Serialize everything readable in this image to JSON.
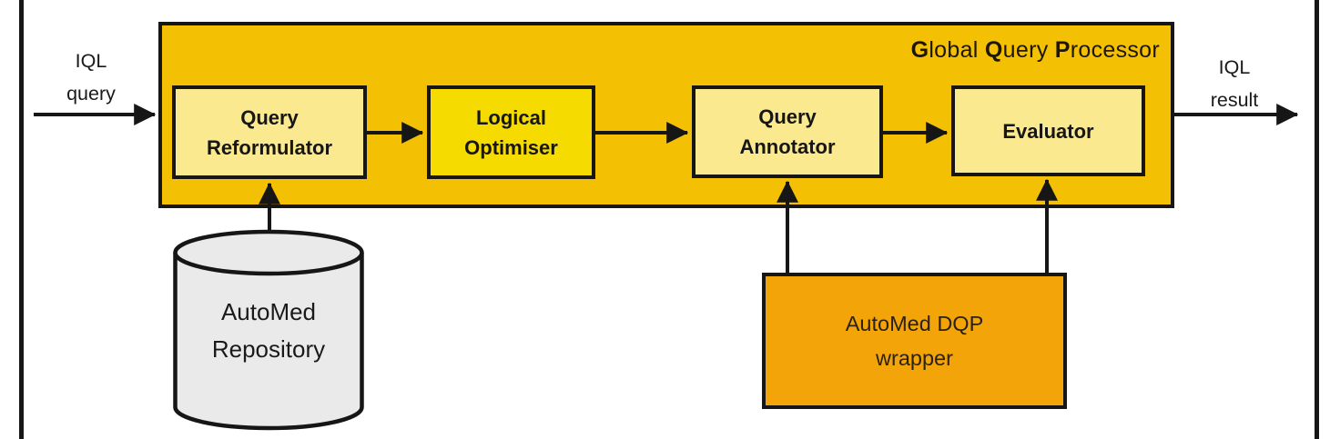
{
  "colors": {
    "page_bg": "#ffffff",
    "gqp_bg": "#F4C004",
    "module_bg": "#FAE98E",
    "optimiser_bg": "#F5DB00",
    "wrapper_bg": "#F2A408",
    "repository_bg": "#EAEAEA",
    "line": "#161616",
    "wrapper_text": "#2B2115"
  },
  "gqp": {
    "title": "Global Query Processor",
    "title_segments": [
      {
        "t": "G",
        "b": true
      },
      {
        "t": "lobal ",
        "b": false
      },
      {
        "t": "Q",
        "b": true
      },
      {
        "t": "uery ",
        "b": false
      },
      {
        "t": "P",
        "b": true
      },
      {
        "t": "rocessor",
        "b": false
      }
    ]
  },
  "modules": [
    {
      "id": "query-reformulator",
      "lines": [
        "Query",
        "Reformulator"
      ]
    },
    {
      "id": "logical-optimiser",
      "lines": [
        "Logical",
        "Optimiser"
      ]
    },
    {
      "id": "query-annotator",
      "lines": [
        "Query",
        "Annotator"
      ]
    },
    {
      "id": "evaluator",
      "lines": [
        "Evaluator"
      ]
    }
  ],
  "io_labels": {
    "input": [
      "IQL",
      "query"
    ],
    "output": [
      "IQL",
      "result"
    ]
  },
  "repository": {
    "lines": [
      "AutoMed",
      "Repository"
    ]
  },
  "wrapper": {
    "lines": [
      "AutoMed DQP",
      "wrapper"
    ]
  },
  "connections": [
    {
      "from": "iql-query",
      "to": "global-query-processor"
    },
    {
      "from": "query-reformulator",
      "to": "logical-optimiser"
    },
    {
      "from": "logical-optimiser",
      "to": "query-annotator"
    },
    {
      "from": "query-annotator",
      "to": "evaluator"
    },
    {
      "from": "global-query-processor",
      "to": "iql-result"
    },
    {
      "from": "automed-repository",
      "to": "query-reformulator"
    },
    {
      "from": "automed-dqp-wrapper",
      "to": "query-annotator"
    },
    {
      "from": "automed-dqp-wrapper",
      "to": "evaluator"
    }
  ]
}
